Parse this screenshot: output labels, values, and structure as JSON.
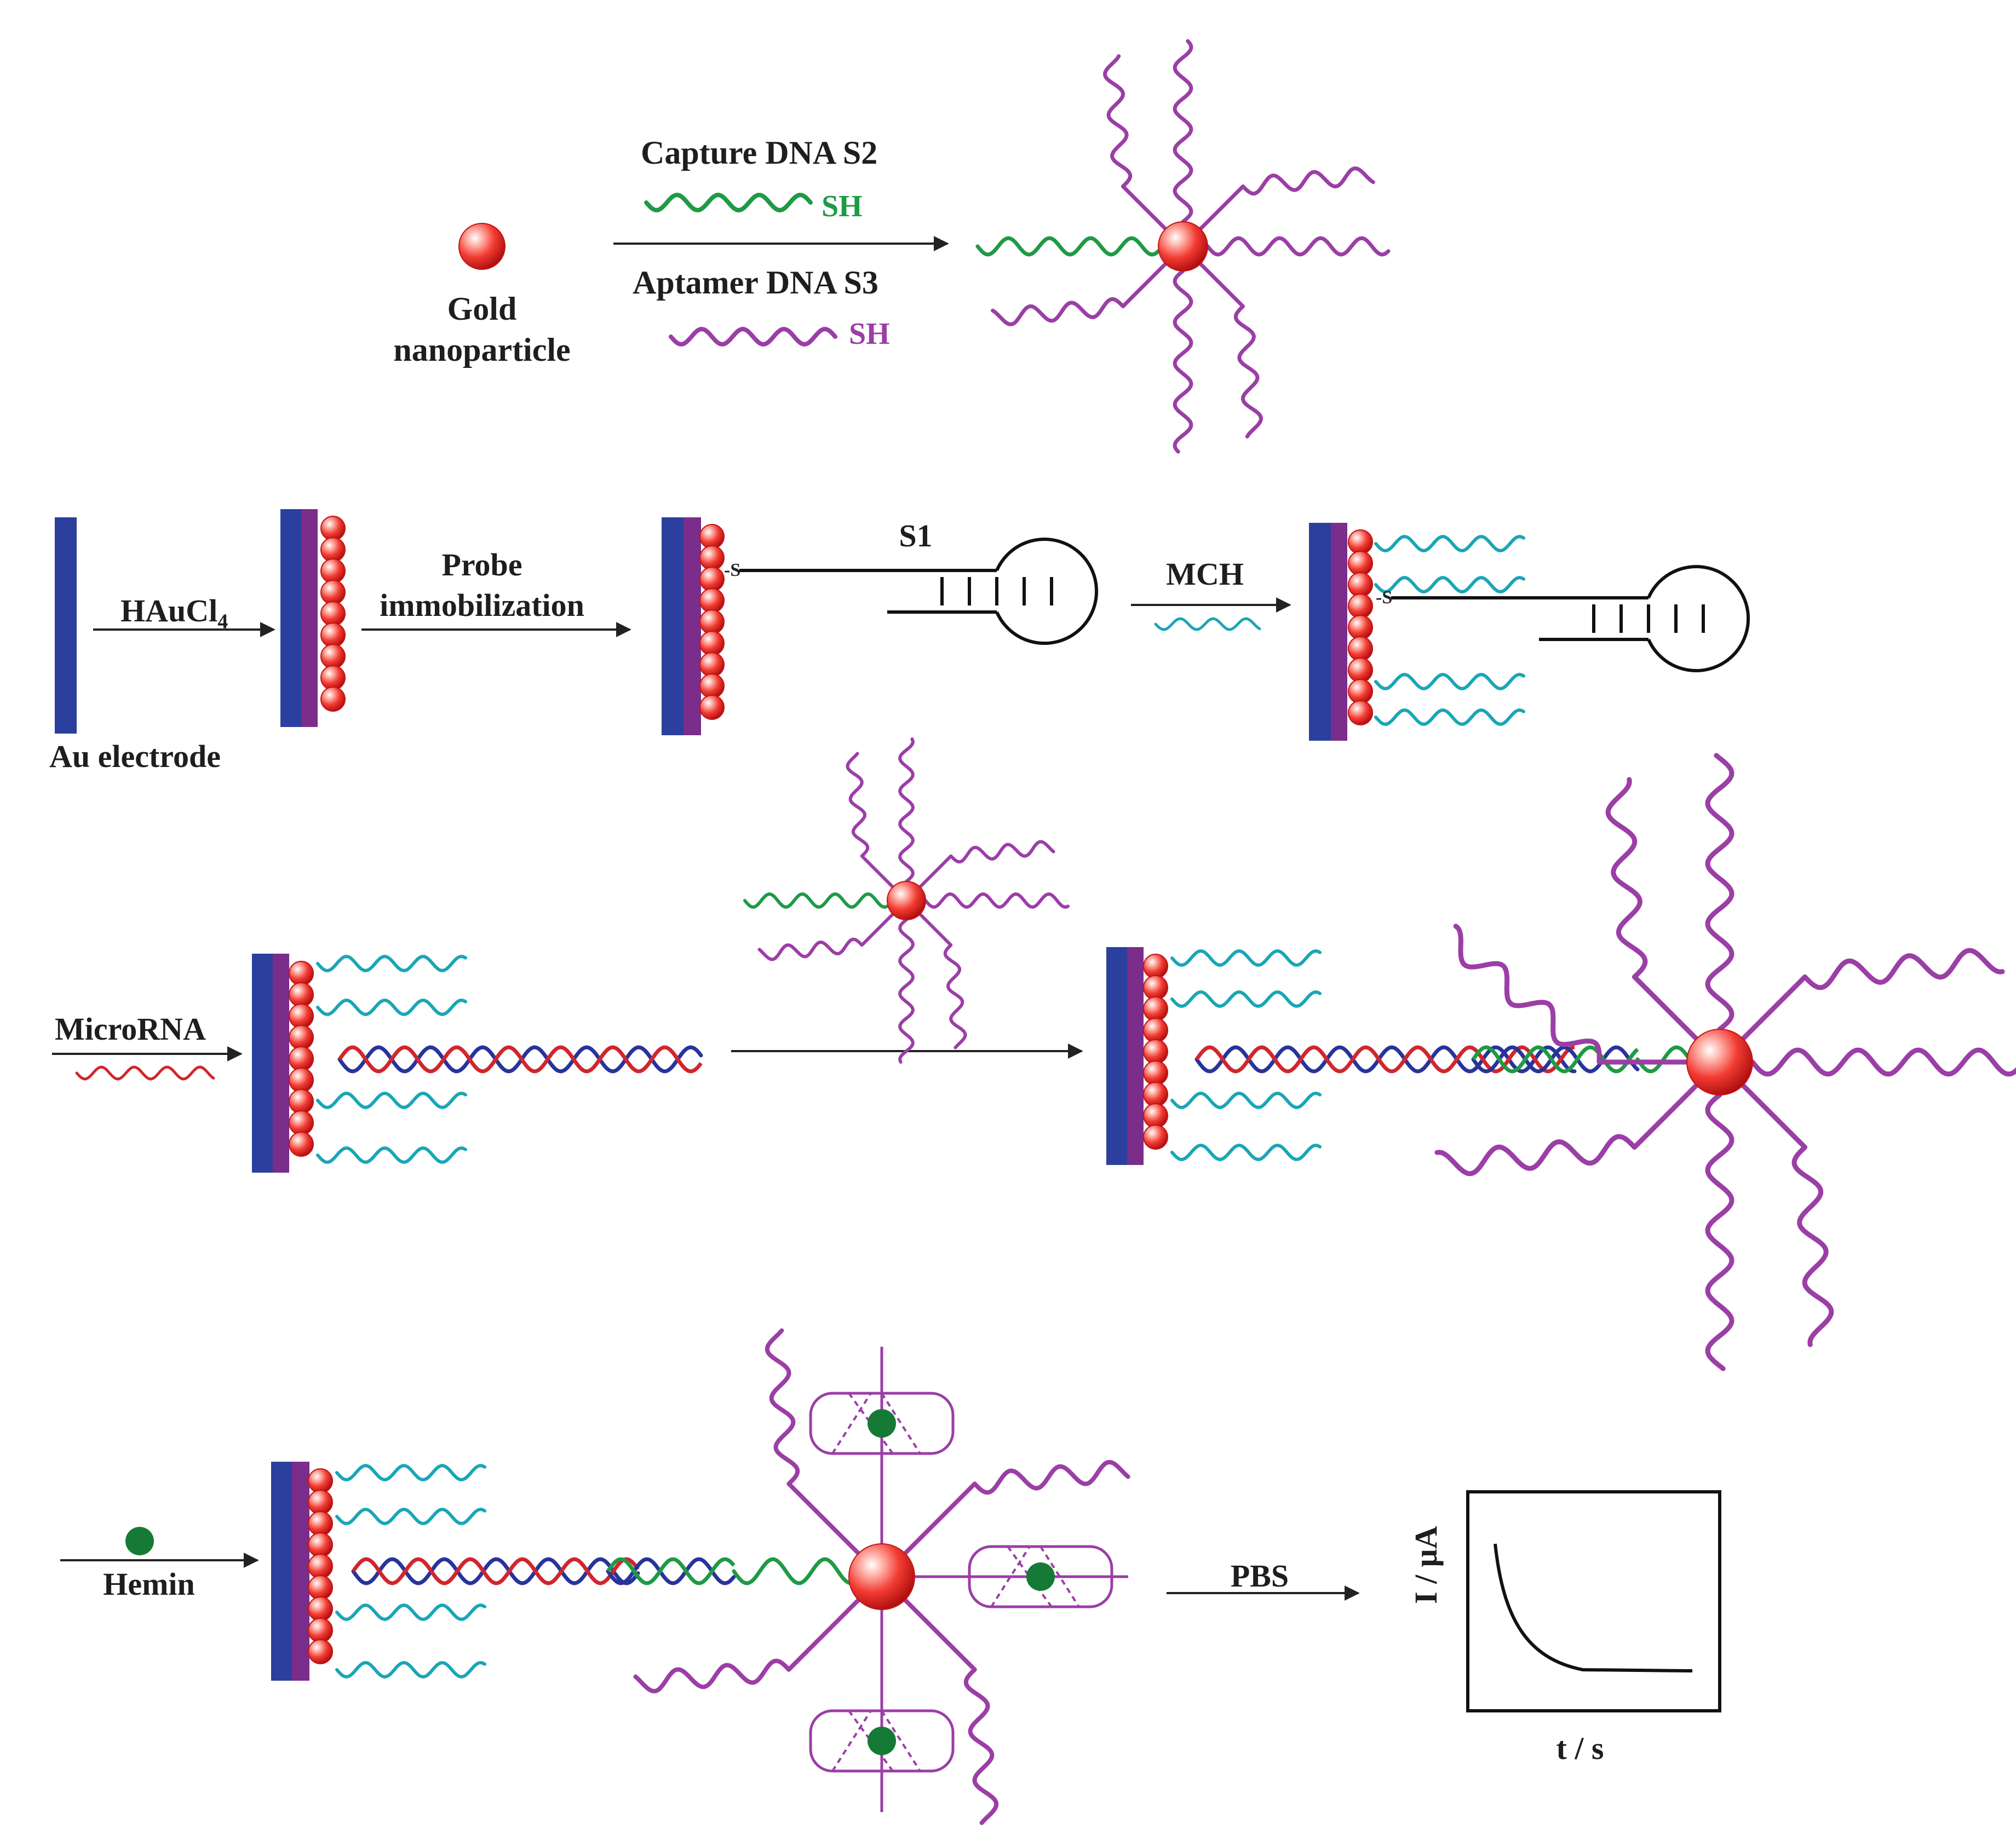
{
  "top_row": {
    "gold_np_label_1": "Gold",
    "gold_np_label_2": "nanoparticle",
    "capture_dna_label": "Capture DNA S2",
    "aptamer_dna_label": "Aptamer DNA S3",
    "sh_label": "SH"
  },
  "row2": {
    "au_electrode_label": "Au electrode",
    "haucl4_label": "HAuCl",
    "haucl4_sub": "4",
    "probe_label_1": "Probe",
    "probe_label_2": "immobilization",
    "s1_label": "S1",
    "mch_label": "MCH",
    "s_label": "-S"
  },
  "row3": {
    "microrna_label": "MicroRNA"
  },
  "row4": {
    "hemin_label": "Hemin",
    "pbs_label": "PBS",
    "y_axis_label": "I / μA",
    "x_axis_label": "t / s"
  },
  "colors": {
    "electrode_blue": "#2b3f9e",
    "electrode_purple": "#7a2d8a",
    "aptamer": "#9b3ea6",
    "capture": "#1f9a45",
    "mch": "#1aa6b5",
    "dna_blue": "#27349a",
    "rna_red": "#d0262e",
    "hemin": "#157a35",
    "gold_np": "#ee2a2a"
  }
}
